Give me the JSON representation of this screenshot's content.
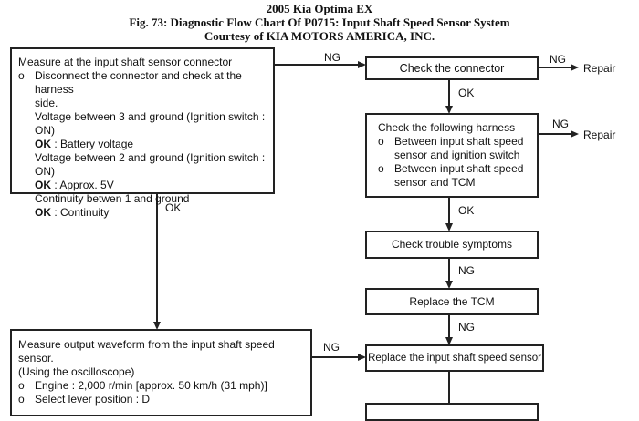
{
  "header": {
    "line1": "2005 Kia Optima EX",
    "line2": "Fig. 73: Diagnostic Flow Chart Of P0715: Input Shaft Speed Sensor System",
    "line3": "Courtesy of KIA MOTORS AMERICA, INC."
  },
  "box_measure_connector": {
    "title": "Measure at the input shaft sensor connector",
    "bullet": "o",
    "item1_line1": "Disconnect the connector and check at the harness",
    "item1_line2": "side.",
    "v3": "Voltage between 3 and ground (Ignition switch : ON)",
    "ok1_label": "OK",
    "ok1_text": " : Battery voltage",
    "v2": "Voltage between 2 and ground (Ignition switch : ON)",
    "ok2_label": "OK",
    "ok2_text": " : Approx. 5V",
    "cont": "Continuity betwen 1 and ground",
    "ok3_label": "OK",
    "ok3_text": " : Continuity"
  },
  "box_check_connector": {
    "text": "Check the connector"
  },
  "box_check_harness": {
    "title": "Check the following harness",
    "bullet": "o",
    "item1_line1": "Between input shaft speed",
    "item1_line2": "sensor and ignition switch",
    "item2_line1": "Between input shaft speed",
    "item2_line2": "sensor and TCM"
  },
  "box_trouble": {
    "text": "Check trouble symptoms"
  },
  "box_replace_tcm": {
    "text": "Replace the TCM"
  },
  "box_replace_sensor": {
    "text": "Replace the input shaft speed sensor"
  },
  "box_waveform": {
    "line1": "Measure output waveform from the input shaft speed sensor.",
    "line2": "(Using the oscilloscope)",
    "bullet": "o",
    "item1": "Engine : 2,000 r/min [approx. 50 km/h (31 mph)]",
    "item2": "Select lever position : D"
  },
  "labels": {
    "ng_top": "NG",
    "ng_repair1": "NG",
    "repair1": "Repair",
    "ok_conn": "OK",
    "ng_repair2": "NG",
    "repair2": "Repair",
    "ok_left": "OK",
    "ok_harness": "OK",
    "ng_trouble": "NG",
    "ng_tcm": "NG",
    "ng_bottom": "NG"
  }
}
